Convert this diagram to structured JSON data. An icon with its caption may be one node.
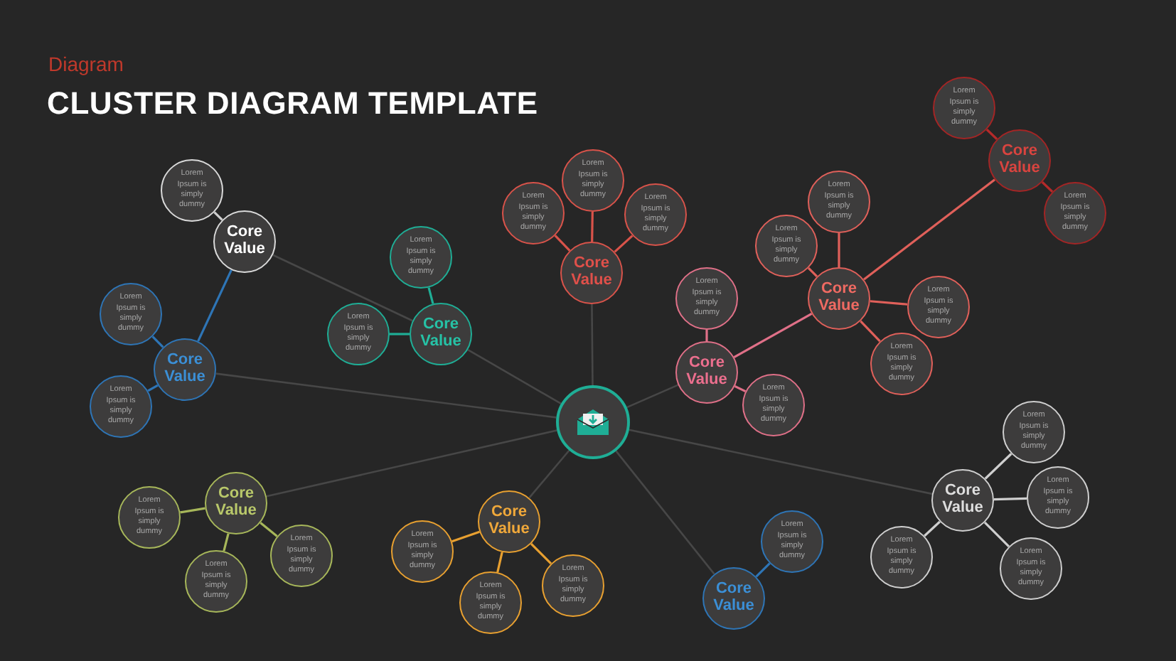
{
  "diagram": {
    "title": "CLUSTER DIAGRAM TEMPLATE",
    "labels": [
      "Diagram"
    ],
    "nodes": [
      {
        "text": [],
        "shape": "circle"
      },
      {
        "text": [
          "Core Value"
        ]
      },
      {
        "text": [
          "Lorem Ipsum is simply dummy"
        ]
      },
      {
        "text": [
          "Core Value"
        ]
      },
      {
        "text": [
          "Lorem Ipsum is simply dummy"
        ]
      },
      {
        "text": [
          "Lorem Ipsum is simply dummy"
        ]
      },
      {
        "text": [
          "Core Value"
        ]
      },
      {
        "text": [
          "Lorem Ipsum is simply dummy"
        ]
      },
      {
        "text": [
          "Lorem Ipsum is simply dummy"
        ]
      },
      {
        "text": [
          "Core Value"
        ]
      },
      {
        "text": [
          "Lorem Ipsum is simply dummy"
        ]
      },
      {
        "text": [
          "Lorem Ipsum is simply dummy"
        ]
      },
      {
        "text": [
          "Lorem Ipsum is simply dummy"
        ]
      },
      {
        "text": [
          "Core Value"
        ]
      },
      {
        "text": [
          "Lorem Ipsum is simply dummy"
        ]
      },
      {
        "text": [
          "Lorem Ipsum is simply dummy"
        ]
      },
      {
        "text": [
          "Core Value"
        ]
      },
      {
        "text": [
          "Lorem Ipsum is simply dummy"
        ]
      },
      {
        "text": [
          "Lorem Ipsum is simply dummy"
        ]
      },
      {
        "text": [
          "Lorem Ipsum is simply dummy"
        ]
      },
      {
        "text": [
          "Lorem Ipsum is simply dummy"
        ]
      },
      {
        "text": [
          "Core Value"
        ]
      },
      {
        "text": [
          "Lorem Ipsum is simply dummy"
        ]
      },
      {
        "text": [
          "Lorem Ipsum is simply dummy"
        ]
      },
      {
        "text": [
          "Core Value"
        ]
      },
      {
        "text": [
          "Lorem Ipsum is simply dummy"
        ]
      },
      {
        "text": [
          "Lorem Ipsum is simply dummy"
        ]
      },
      {
        "text": [
          "Lorem Ipsum is simply dummy"
        ]
      },
      {
        "text": [
          "Core Value"
        ]
      },
      {
        "text": [
          "Lorem Ipsum is simply dummy"
        ]
      },
      {
        "text": [
          "Lorem Ipsum is simply dummy"
        ]
      },
      {
        "text": [
          "Lorem Ipsum is simply dummy"
        ]
      },
      {
        "text": [
          "Core Value"
        ]
      },
      {
        "text": [
          "Lorem Ipsum is simply dummy"
        ]
      },
      {
        "text": [
          "Core Value"
        ]
      },
      {
        "text": [
          "Lorem Ipsum is simply dummy"
        ]
      },
      {
        "text": [
          "Lorem Ipsum is simply dummy"
        ]
      },
      {
        "text": [
          "Lorem Ipsum is simply dummy"
        ]
      },
      {
        "text": [
          "Lorem Ipsum is simply dummy"
        ]
      }
    ],
    "edges": [
      {
        "from": 2,
        "to": 1,
        "arrow": "none",
        "color": "#cfcfcf"
      },
      {
        "from": 1,
        "to": 3,
        "arrow": "none",
        "color": "#2e75b6"
      },
      {
        "from": 4,
        "to": 3,
        "arrow": "none",
        "color": "#2e75b6"
      },
      {
        "from": 5,
        "to": 3,
        "arrow": "none",
        "color": "#2e75b6"
      },
      {
        "from": 3,
        "to": 0,
        "arrow": "none",
        "color": "#474747"
      },
      {
        "from": 1,
        "to": 6,
        "arrow": "none",
        "color": "#474747"
      },
      {
        "from": 7,
        "to": 6,
        "arrow": "none",
        "color": "#1fae96"
      },
      {
        "from": 8,
        "to": 6,
        "arrow": "none",
        "color": "#1fae96"
      },
      {
        "from": 6,
        "to": 0,
        "arrow": "none",
        "color": "#474747"
      },
      {
        "from": 10,
        "to": 9,
        "arrow": "none",
        "color": "#d9534a"
      },
      {
        "from": 11,
        "to": 9,
        "arrow": "none",
        "color": "#d9534a"
      },
      {
        "from": 12,
        "to": 9,
        "arrow": "none",
        "color": "#d9534a"
      },
      {
        "from": 9,
        "to": 0,
        "arrow": "none",
        "color": "#474747"
      },
      {
        "from": 14,
        "to": 13,
        "arrow": "none",
        "color": "#e07088"
      },
      {
        "from": 15,
        "to": 13,
        "arrow": "none",
        "color": "#e07088"
      },
      {
        "from": 13,
        "to": 0,
        "arrow": "none",
        "color": "#474747"
      },
      {
        "from": 13,
        "to": 16,
        "arrow": "none",
        "color": "#e07088"
      },
      {
        "from": 17,
        "to": 16,
        "arrow": "none",
        "color": "#e0605a"
      },
      {
        "from": 18,
        "to": 16,
        "arrow": "none",
        "color": "#e0605a"
      },
      {
        "from": 19,
        "to": 16,
        "arrow": "none",
        "color": "#e0605a"
      },
      {
        "from": 20,
        "to": 16,
        "arrow": "none",
        "color": "#e0605a"
      },
      {
        "from": 16,
        "to": 21,
        "arrow": "none",
        "color": "#e0605a"
      },
      {
        "from": 22,
        "to": 21,
        "arrow": "none",
        "color": "#b52a2a"
      },
      {
        "from": 23,
        "to": 21,
        "arrow": "none",
        "color": "#b52a2a"
      },
      {
        "from": 25,
        "to": 24,
        "arrow": "none",
        "color": "#a7b75a"
      },
      {
        "from": 26,
        "to": 24,
        "arrow": "none",
        "color": "#a7b75a"
      },
      {
        "from": 27,
        "to": 24,
        "arrow": "none",
        "color": "#a7b75a"
      },
      {
        "from": 24,
        "to": 0,
        "arrow": "none",
        "color": "#474747"
      },
      {
        "from": 29,
        "to": 28,
        "arrow": "none",
        "color": "#e8a030"
      },
      {
        "from": 30,
        "to": 28,
        "arrow": "none",
        "color": "#e8a030"
      },
      {
        "from": 31,
        "to": 28,
        "arrow": "none",
        "color": "#e8a030"
      },
      {
        "from": 28,
        "to": 0,
        "arrow": "none",
        "color": "#474747"
      },
      {
        "from": 33,
        "to": 32,
        "arrow": "none",
        "color": "#2e75b6"
      },
      {
        "from": 32,
        "to": 0,
        "arrow": "none",
        "color": "#474747"
      },
      {
        "from": 35,
        "to": 34,
        "arrow": "none",
        "color": "#cfcfcf"
      },
      {
        "from": 36,
        "to": 34,
        "arrow": "none",
        "color": "#cfcfcf"
      },
      {
        "from": 37,
        "to": 34,
        "arrow": "none",
        "color": "#cfcfcf"
      },
      {
        "from": 38,
        "to": 34,
        "arrow": "none",
        "color": "#cfcfcf"
      },
      {
        "from": 34,
        "to": 0,
        "arrow": "none",
        "color": "#474747"
      }
    ]
  }
}
